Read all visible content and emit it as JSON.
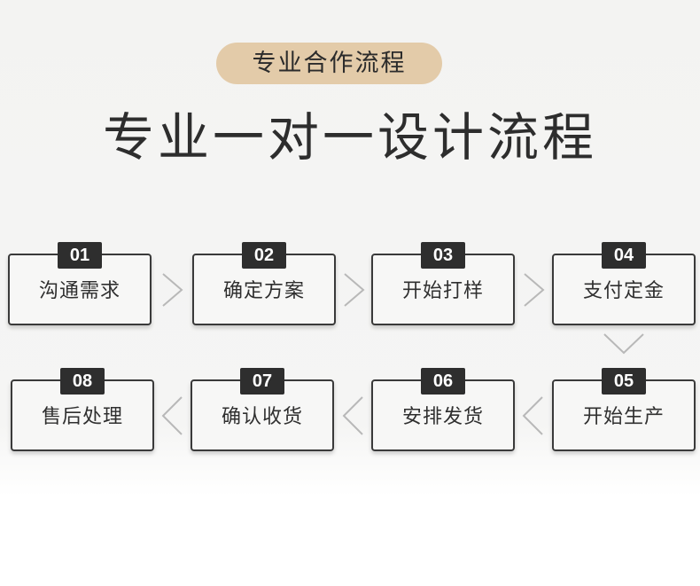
{
  "header": {
    "badge": "专业合作流程",
    "title": "专业一对一设计流程"
  },
  "steps": [
    {
      "num": "01",
      "label": "沟通需求"
    },
    {
      "num": "02",
      "label": "确定方案"
    },
    {
      "num": "03",
      "label": "开始打样"
    },
    {
      "num": "04",
      "label": "支付定金"
    },
    {
      "num": "05",
      "label": "开始生产"
    },
    {
      "num": "06",
      "label": "安排发货"
    },
    {
      "num": "07",
      "label": "确认收货"
    },
    {
      "num": "08",
      "label": "售后处理"
    }
  ],
  "colors": {
    "badge_bg": "#e3cba9",
    "number_bg": "#2e2e2e",
    "border": "#3a3a3a",
    "arrow": "#b8b8b8"
  }
}
